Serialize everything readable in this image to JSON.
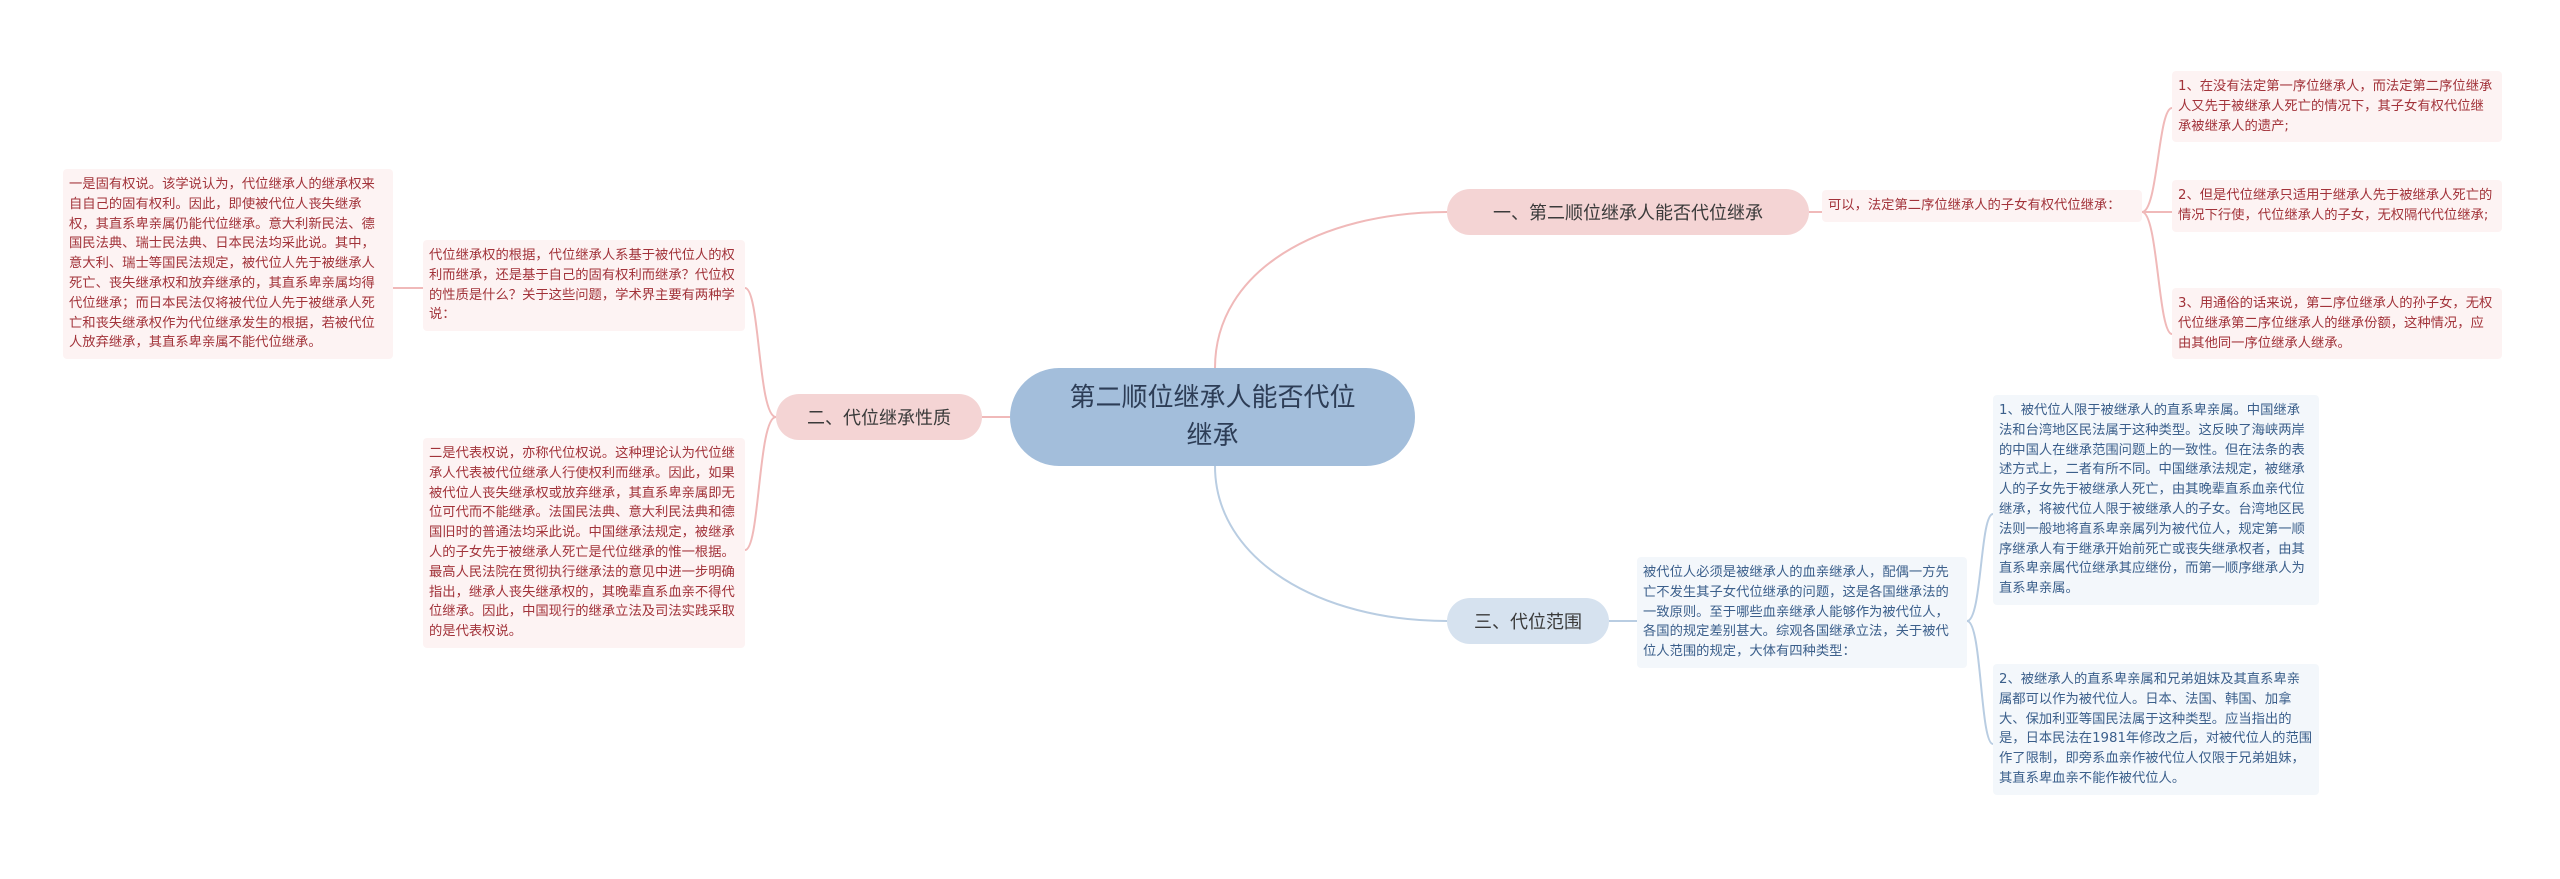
{
  "root": {
    "title": "第二顺位继承人能否代位继承"
  },
  "colors": {
    "root_bg": "#a3bedb",
    "pink_branch": "#f4d4d4",
    "blue_branch": "#d6e2ef",
    "pink_line": "#f0b9b9",
    "blue_line": "#b9cde2",
    "pink_text": "#a2333a",
    "blue_text": "#3b5f8b"
  },
  "branches": [
    {
      "label": "一、第二顺位继承人能否代位继承",
      "summary": "可以，法定第二序位继承人的子女有权代位继承：",
      "children": [
        "1、在没有法定第一序位继承人，而法定第二序位继承人又先于被继承人死亡的情况下，其子女有权代位继承被继承人的遗产;",
        "2、但是代位继承只适用于继承人先于被继承人死亡的情况下行使，代位继承人的子女，无权隔代代位继承;",
        "3、用通俗的话来说，第二序位继承人的孙子女，无权代位继承第二序位继承人的继承份额，这种情况，应由其他同一序位继承人继承。"
      ]
    },
    {
      "label": "二、代位继承性质",
      "children": [
        {
          "text": "代位继承权的根据，代位继承人系基于被代位人的权利而继承，还是基于自己的固有权利而继承？代位权的性质是什么？关于这些问题，学术界主要有两种学说：",
          "sub": "一是固有权说。该学说认为，代位继承人的继承权来自自己的固有权利。因此，即使被代位人丧失继承权，其直系卑亲属仍能代位继承。意大利新民法、德国民法典、瑞士民法典、日本民法均采此说。其中，意大利、瑞士等国民法规定，被代位人先于被继承人死亡、丧失继承权和放弃继承的，其直系卑亲属均得代位继承；而日本民法仅将被代位人先于被继承人死亡和丧失继承权作为代位继承发生的根据，若被代位人放弃继承，其直系卑亲属不能代位继承。"
        },
        {
          "text": "二是代表权说，亦称代位权说。这种理论认为代位继承人代表被代位继承人行使权利而继承。因此，如果被代位人丧失继承权或放弃继承，其直系卑亲属即无位可代而不能继承。法国民法典、意大利民法典和德国旧时的普通法均采此说。中国继承法规定，被继承人的子女先于被继承人死亡是代位继承的惟一根据。最高人民法院在贯彻执行继承法的意见中进一步明确指出，继承人丧失继承权的，其晚辈直系血亲不得代位继承。因此，中国现行的继承立法及司法实践采取的是代表权说。"
        }
      ]
    },
    {
      "label": "三、代位范围",
      "summary": "被代位人必须是被继承人的血亲继承人，配偶一方先亡不发生其子女代位继承的问题，这是各国继承法的一致原则。至于哪些血亲继承人能够作为被代位人，各国的规定差别甚大。综观各国继承立法，关于被代位人范围的规定，大体有四种类型：",
      "children": [
        "1、被代位人限于被继承人的直系卑亲属。中国继承法和台湾地区民法属于这种类型。这反映了海峡两岸的中国人在继承范围问题上的一致性。但在法条的表述方式上，二者有所不同。中国继承法规定，被继承人的子女先于被继承人死亡，由其晚辈直系血亲代位继承，将被代位人限于被继承人的子女。台湾地区民法则一般地将直系卑亲属列为被代位人，规定第一顺序继承人有于继承开始前死亡或丧失继承权者，由其直系卑亲属代位继承其应继份，而第一顺序继承人为直系卑亲属。",
        "2、被继承人的直系卑亲属和兄弟姐妹及其直系卑亲属都可以作为被代位人。日本、法国、韩国、加拿大、保加利亚等国民法属于这种类型。应当指出的是，日本民法在1981年修改之后，对被代位人的范围作了限制，即旁系血亲作被代位人仅限于兄弟姐妹，其直系卑血亲不能作被代位人。"
      ]
    }
  ]
}
